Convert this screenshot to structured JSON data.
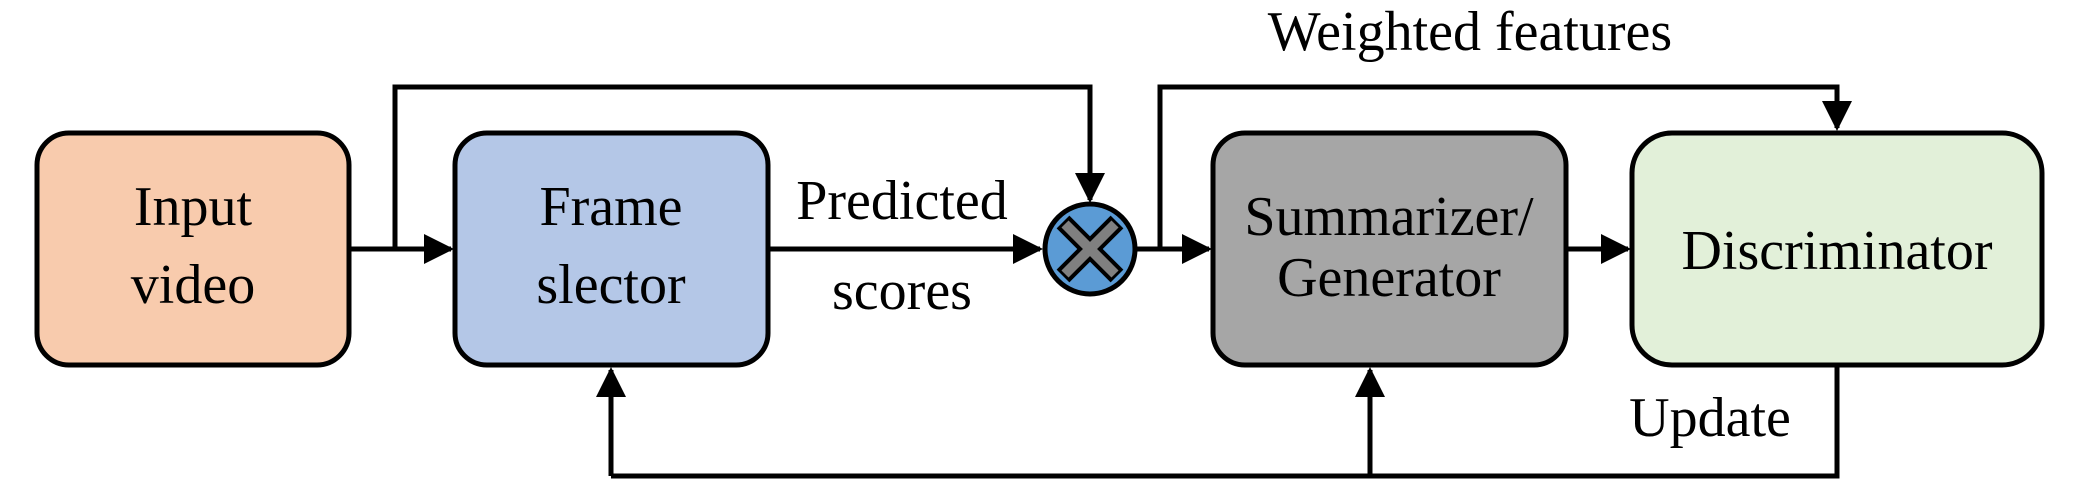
{
  "diagram": {
    "nodes": {
      "input_video": {
        "lines": [
          "Input",
          "video"
        ],
        "fill": "#F8CBAD"
      },
      "frame_selector": {
        "lines": [
          "Frame",
          "slector"
        ],
        "fill": "#B4C7E7"
      },
      "summarizer": {
        "lines": [
          "Summarizer/",
          "Generator"
        ],
        "fill": "#A6A6A6"
      },
      "discriminator": {
        "lines": [
          "Discriminator"
        ],
        "fill": "#E2F0D9"
      },
      "multiply_node": {
        "symbol": "multiply",
        "fill": "#5B9BD5",
        "cross_fill": "#808080"
      }
    },
    "edge_labels": {
      "predicted": "Predicted",
      "scores": "scores",
      "weighted_features": "Weighted features",
      "update": "Update"
    }
  }
}
